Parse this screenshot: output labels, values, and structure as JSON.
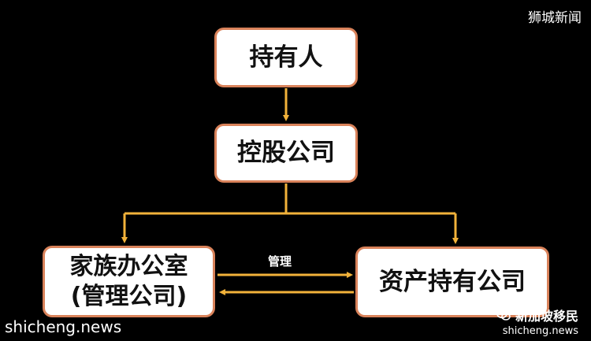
{
  "diagram": {
    "nodes": {
      "holder": "持有人",
      "holding_company": "控股公司",
      "family_office_line1": "家族办公室",
      "family_office_line2": "(管理公司)",
      "asset_company": "资产持有公司"
    },
    "edges": {
      "manage_label": "管理"
    },
    "colors": {
      "background": "#000000",
      "node_border": "#d9825a",
      "arrow": "#f2b23a",
      "node_fill": "#ffffff"
    }
  },
  "watermarks": {
    "top_right": "狮城新闻",
    "bottom_left": "shicheng.news",
    "bottom_right_title": "新加坡移民",
    "bottom_right_sub": "shicheng.news"
  }
}
